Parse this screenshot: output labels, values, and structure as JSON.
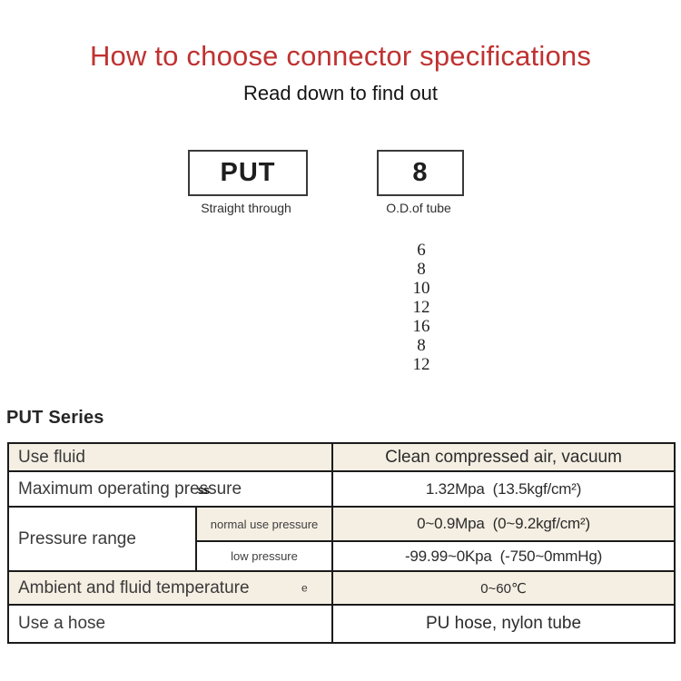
{
  "header": {
    "title": "How to choose connector specifications",
    "subtitle": "Read down to find out"
  },
  "designator": {
    "model": {
      "code": "PUT",
      "caption": "Straight through"
    },
    "size": {
      "code": "8",
      "caption": "O.D.of tube",
      "options": [
        "6",
        "8",
        "10",
        "12",
        "16",
        "8",
        "12"
      ]
    }
  },
  "series": {
    "heading": "PUT Series"
  },
  "table": {
    "use_fluid": {
      "label": "Use fluid",
      "value": "Clean compressed air, vacuum"
    },
    "max_pressure": {
      "label_p1": "Maximum operating pre",
      "label_p2": "ss",
      "label_p3": "ure",
      "value": "1.32Mpa  (13.5kgf/cm²)"
    },
    "pressure_range": {
      "label": "Pressure range",
      "normal": {
        "label": "normal use pressure",
        "value": "0~0.9Mpa  (0~9.2kgf/cm²)"
      },
      "low": {
        "label": "low pressure",
        "value": "-99.99~0Kpa  (-750~0mmHg)"
      }
    },
    "temperature": {
      "label": "Ambient and fluid temperature",
      "artifact": "e",
      "value": "0~60℃"
    },
    "hose": {
      "label": "Use a hose",
      "value": "PU hose, nylon tube"
    }
  },
  "colors": {
    "accent_red": "#bf3231",
    "row_beige": "#f5efe3",
    "border": "#1b1b1b"
  }
}
